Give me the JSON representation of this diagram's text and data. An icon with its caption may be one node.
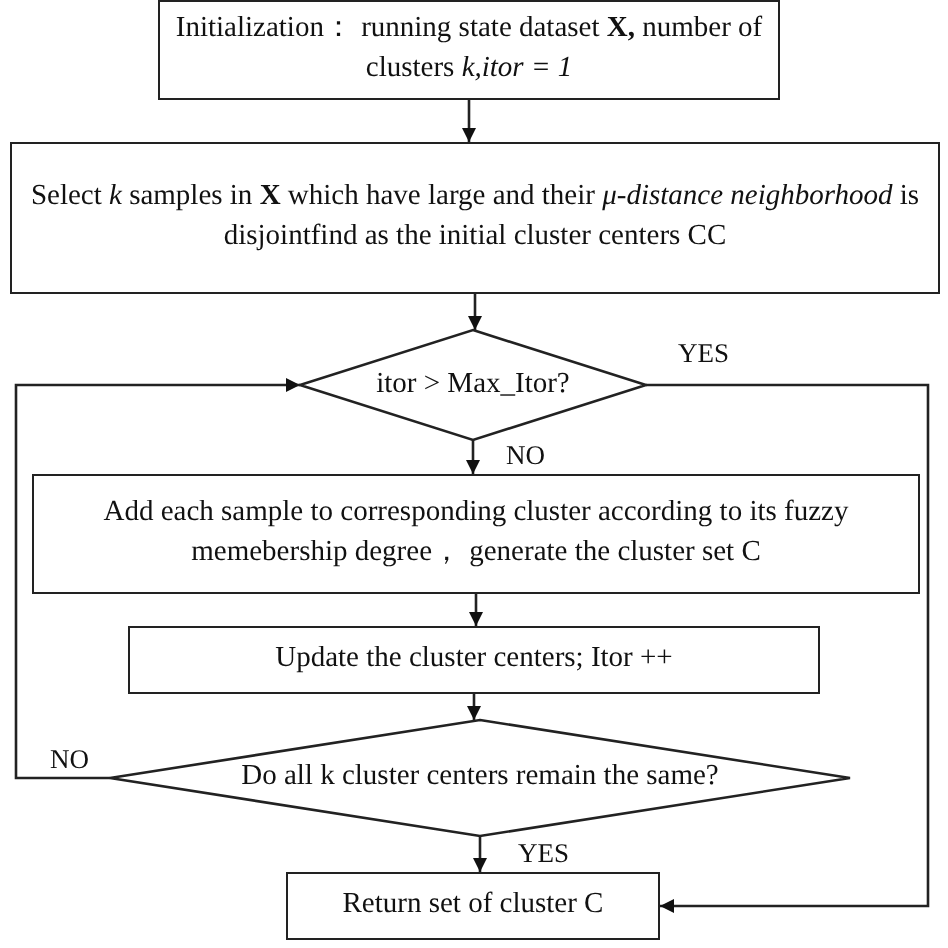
{
  "diagram": {
    "nodes": [
      {
        "text": [
          "Initialization： running state dataset **X,** number of clusters *k,itor = 1*"
        ]
      },
      {
        "text": [
          "Select *k* samples in **X** which have large  and their *μ-distance neighborhood* is disjointfind as the initial cluster centers CC"
        ]
      },
      {
        "text": [
          "itor > Max_Itor?"
        ]
      },
      {
        "text": [
          "Add each sample to corresponding cluster according to its fuzzy memebership degree， generate the cluster set C"
        ]
      },
      {
        "text": [
          "Update the cluster centers; Itor ++"
        ]
      },
      {
        "text": [
          "Do all k cluster centers remain the same?"
        ]
      },
      {
        "text": [
          "Return set of cluster C"
        ]
      }
    ],
    "edges": [
      {
        "from": 0,
        "to": 1,
        "arrow": "to"
      },
      {
        "from": 1,
        "to": 2,
        "arrow": "to"
      },
      {
        "from": 2,
        "to": 3,
        "arrow": "to",
        "label": "NO"
      },
      {
        "from": 3,
        "to": 4,
        "arrow": "to"
      },
      {
        "from": 4,
        "to": 5,
        "arrow": "to"
      },
      {
        "from": 5,
        "to": 6,
        "arrow": "to",
        "label": "YES"
      },
      {
        "from": 5,
        "to": 2,
        "arrow": "to",
        "label": "NO"
      },
      {
        "from": 2,
        "to": 6,
        "arrow": "to",
        "label": "YES"
      }
    ]
  }
}
